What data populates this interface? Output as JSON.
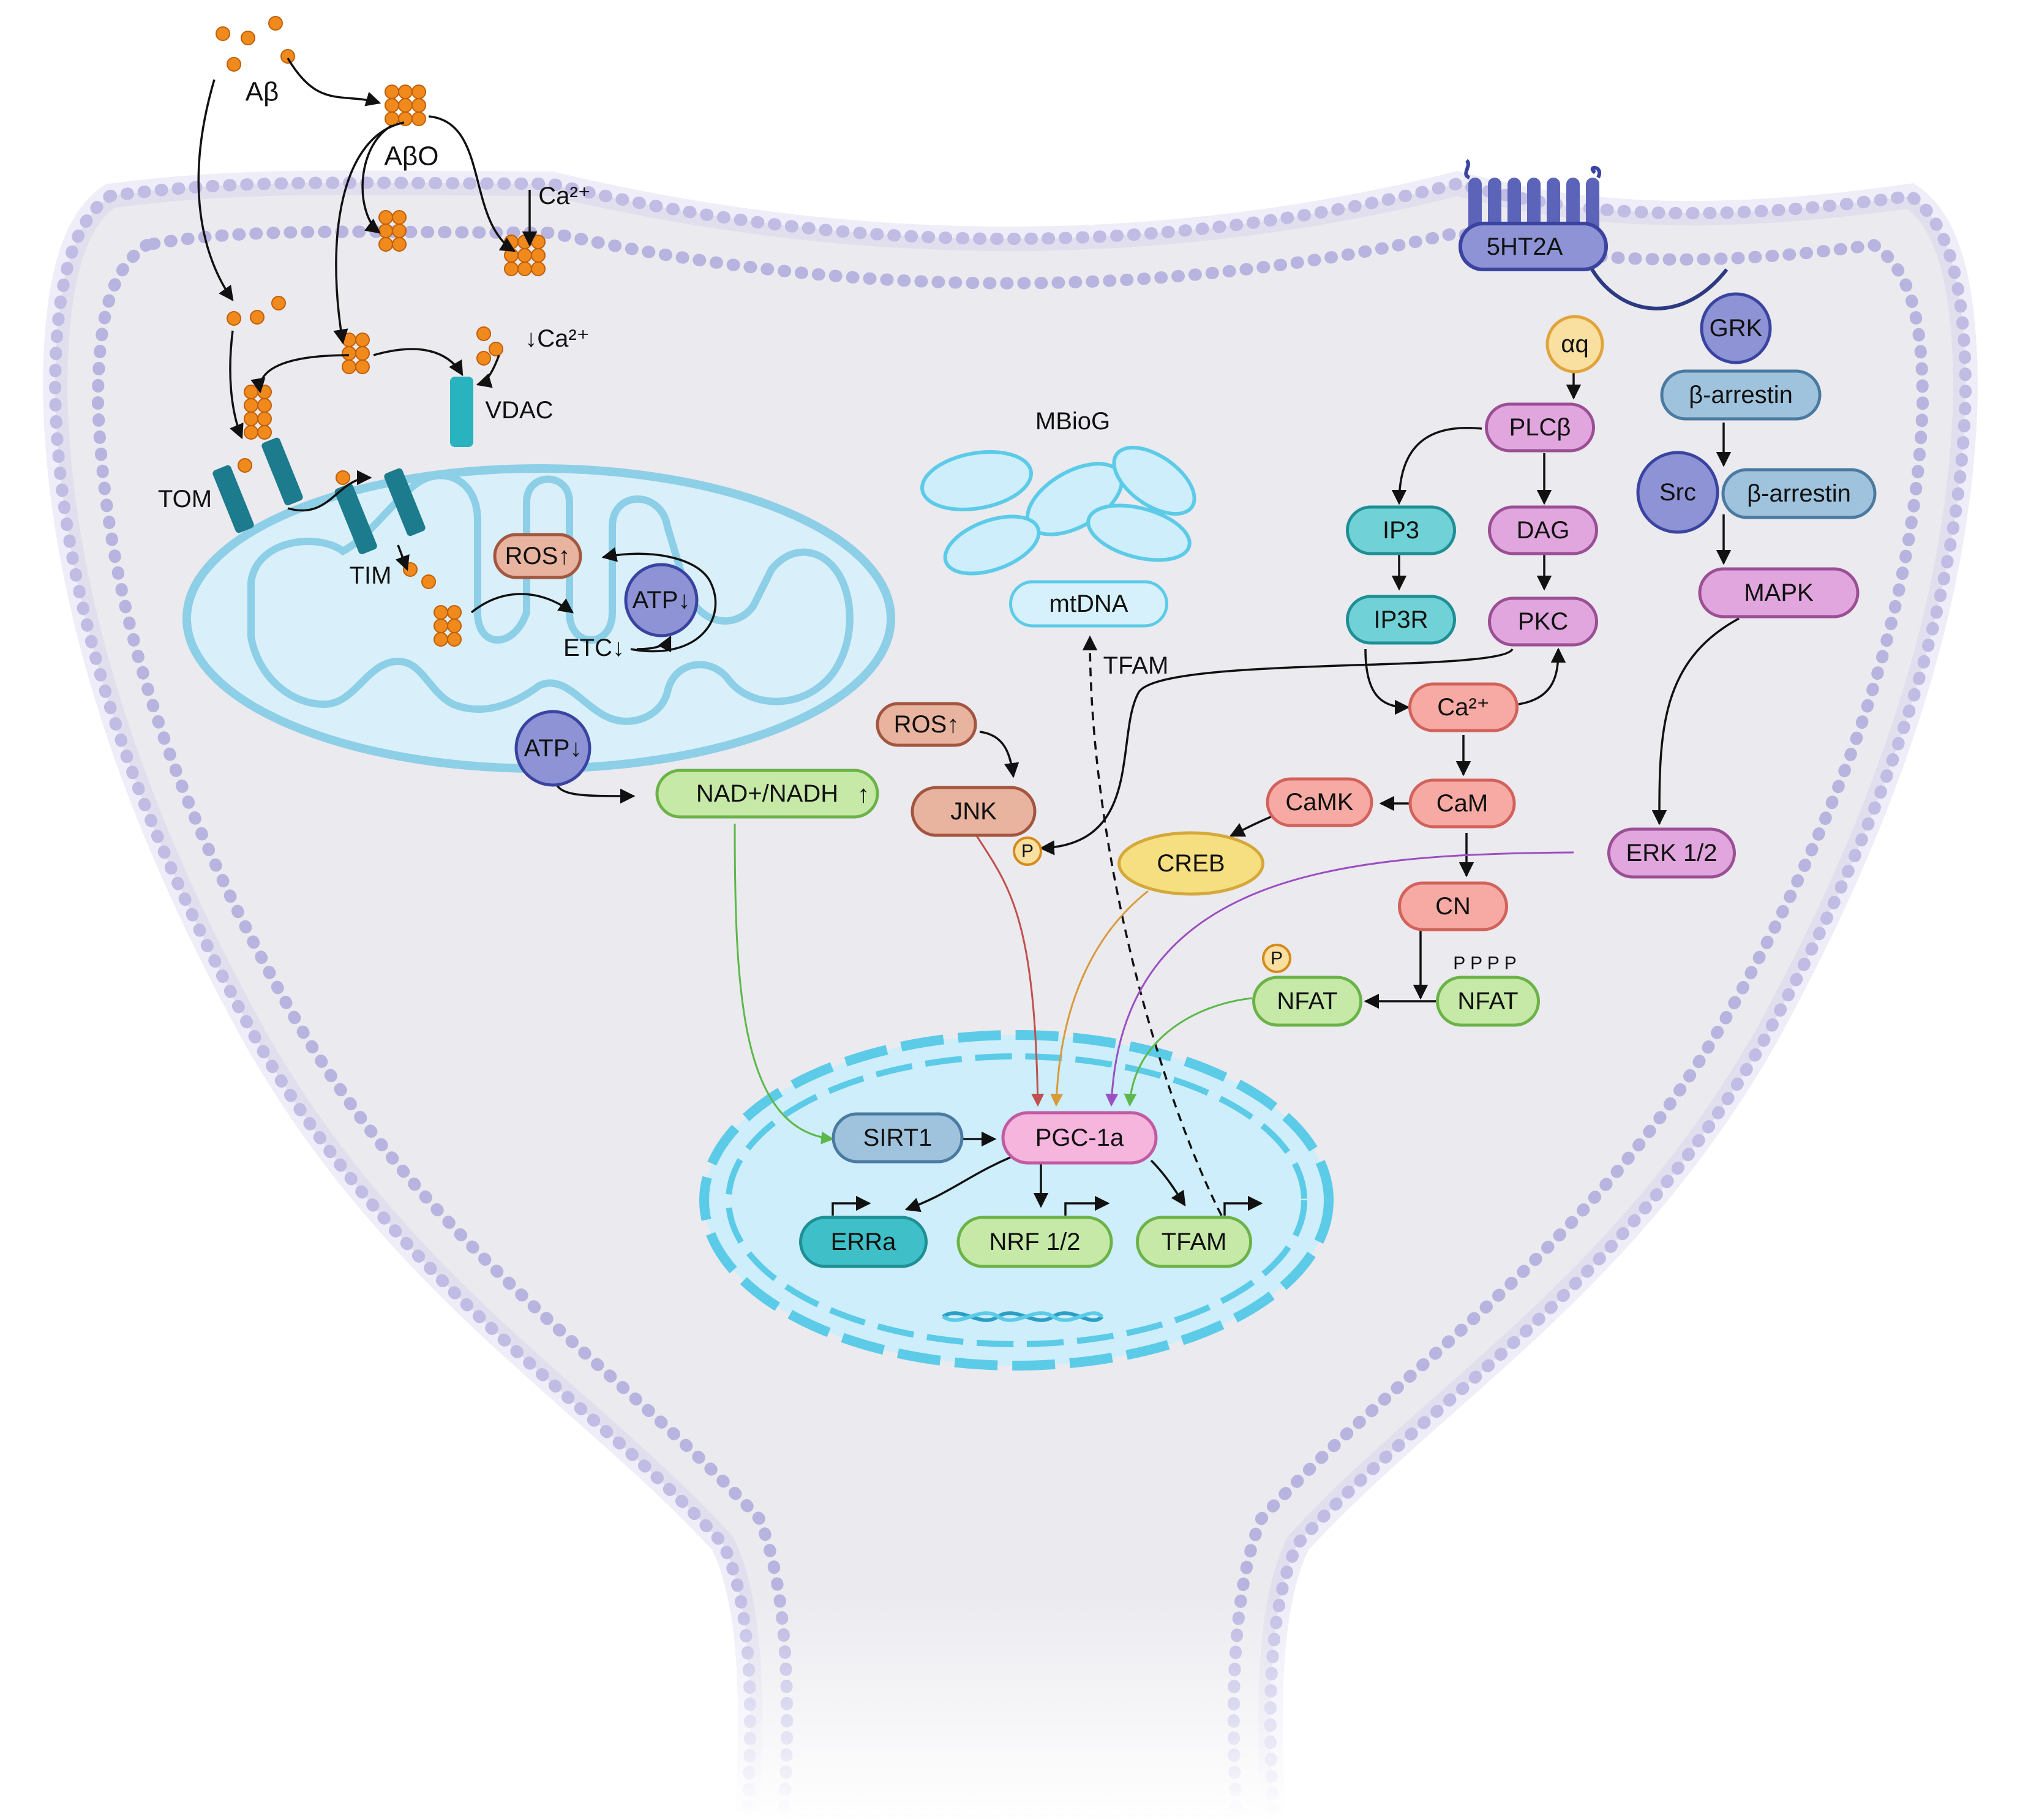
{
  "labels": {
    "abeta": "Aβ",
    "abeta_o": "AβO",
    "ca_ext_top": "Ca²⁺",
    "ca_ext_vdac": "↓Ca²⁺",
    "vdac": "VDAC",
    "tom": "TOM",
    "tim": "TIM",
    "mbiog": "MBioG",
    "tfam_dashed": "TFAM",
    "p": "P",
    "pppp": "P P P P",
    "arrow_up": "↑"
  },
  "nodes": {
    "ros_mito": "ROS↑",
    "atp_mito": "ATP↓",
    "etc": "ETC↓",
    "atp_cyto": "ATP↓",
    "nad": "NAD+/NADH",
    "mtdna": "mtDNA",
    "ros_cyto": "ROS↑",
    "jnk": "JNK",
    "creb": "CREB",
    "camk": "CaMK",
    "cam": "CaM",
    "ca_cyto": "Ca²⁺",
    "cn": "CN",
    "nfat_p": "NFAT",
    "nfat_pppp": "NFAT",
    "ip3": "IP3",
    "ip3r": "IP3R",
    "dag": "DAG",
    "pkc": "PKC",
    "plcb": "PLCβ",
    "alpha_q": "αq",
    "receptor": "5HT2A",
    "grk": "GRK",
    "barrestin_1": "β-arrestin",
    "src": "Src",
    "barrestin_2": "β-arrestin",
    "mapk": "MAPK",
    "erk": "ERK 1/2",
    "sirt1": "SIRT1",
    "pgc1a": "PGC-1a",
    "erra": "ERRa",
    "nrf": "NRF 1/2",
    "tfam_nuc": "TFAM"
  },
  "colors": {
    "membrane": "#b8b4e0",
    "cytoplasm": "#ebeaef",
    "mito_fill": "#d9f0fa",
    "mito_edge": "#8dcfe6",
    "nucleus_fill": "#cdeefa",
    "nucleus_edge": "#5ccbe8",
    "amyloid": "#f08a1c",
    "teal": "#1c7b8c"
  }
}
